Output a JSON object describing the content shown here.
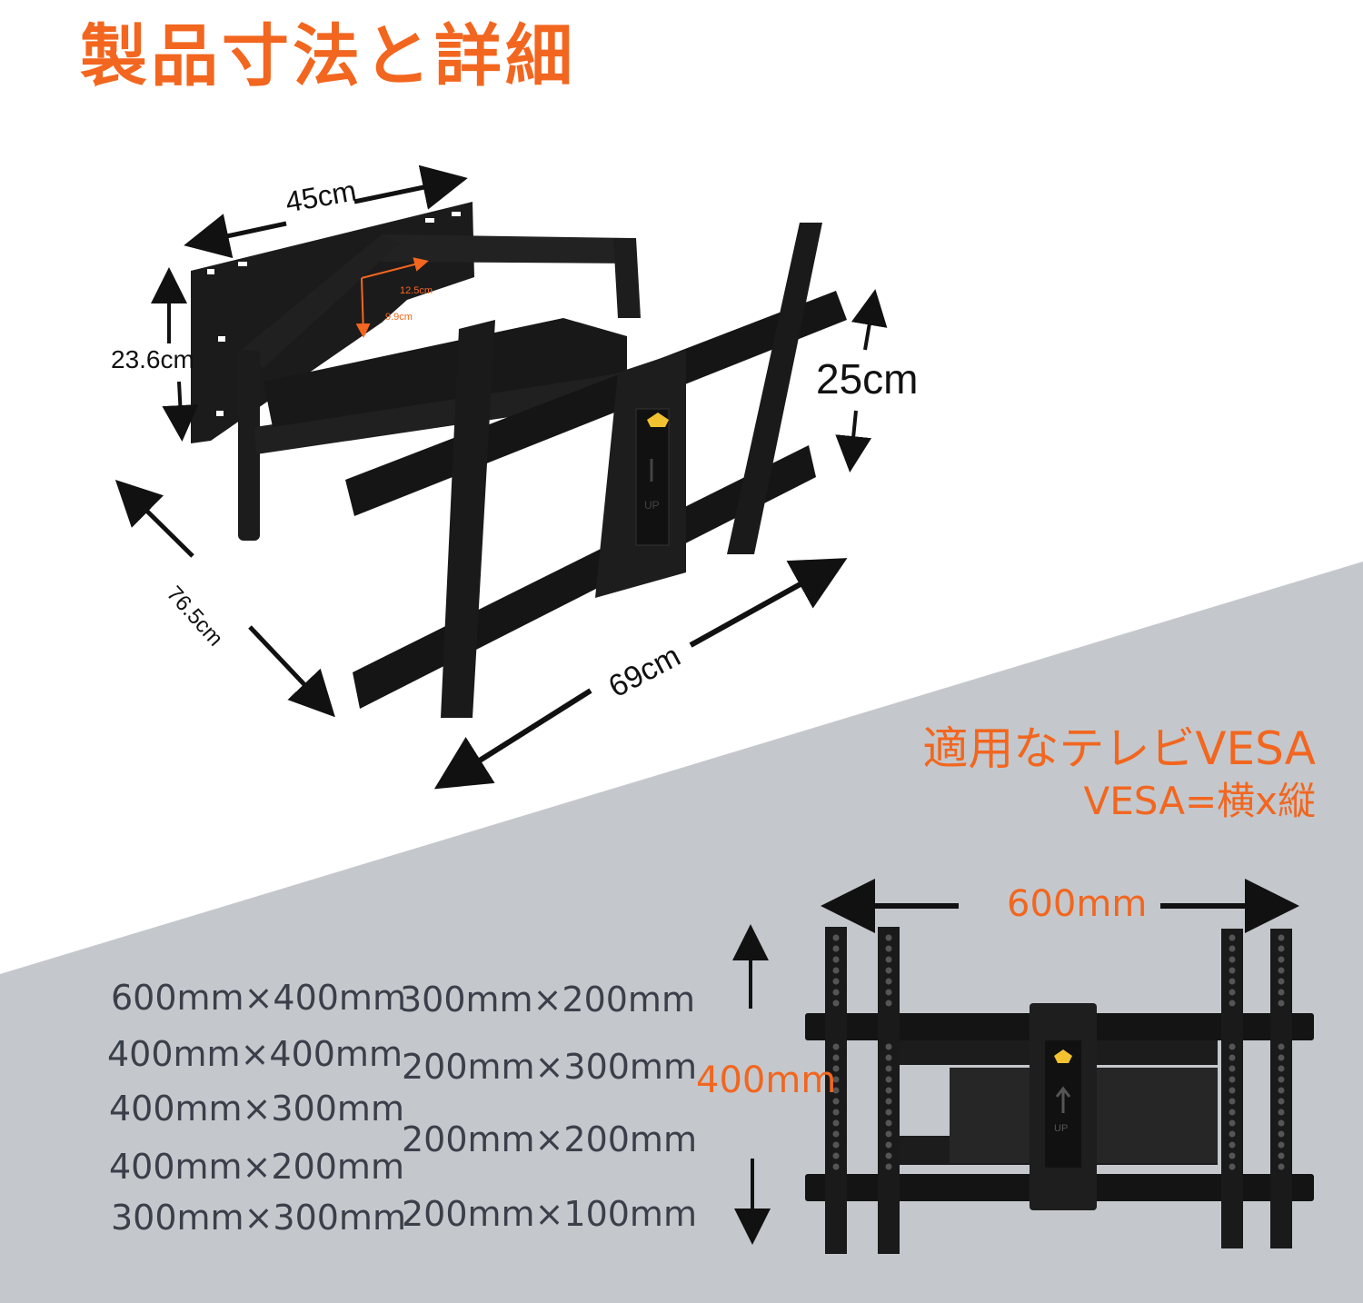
{
  "title": "製品寸法と詳細",
  "dimensions": {
    "width_top": "45cm",
    "height_left": "23.6cm",
    "height_right": "25cm",
    "depth": "76.5cm",
    "width_bottom": "69cm",
    "hole_h": "12.5cm",
    "hole_v": "9.9cm"
  },
  "vesa": {
    "heading": "適用なテレビVESA",
    "formula": "VESA=横x縦",
    "width": "600mm",
    "height": "400mm",
    "sizes_left": [
      "600mm×400mm",
      "400mm×400mm",
      "400mm×300mm",
      "400mm×200mm",
      "300mm×300mm"
    ],
    "sizes_right": [
      "300mm×200mm",
      "200mm×300mm",
      "200mm×200mm",
      "200mm×100mm"
    ]
  },
  "bracket_markings": {
    "up_label": "UP"
  },
  "colors": {
    "accent": "#f2661f",
    "gray_band": "#c4c8cc",
    "text_gray": "#3a3f4a",
    "metal": "#1a1a1a"
  },
  "icons": [
    "arrow-icon",
    "up-arrow-icon",
    "brand-logo-icon"
  ]
}
